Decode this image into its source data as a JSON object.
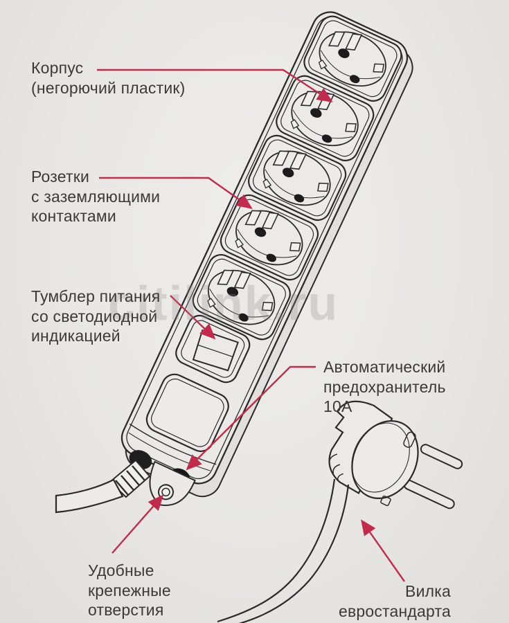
{
  "page": {
    "background_color": "#e8e7e4",
    "ink_color": "#2a2a2a",
    "accent_red": "#c22b4c",
    "text_color": "#3b3a38",
    "watermark": "citilink.ru"
  },
  "labels": {
    "body": {
      "lines": [
        "Корпус",
        "(негорючий пластик)"
      ]
    },
    "sockets": {
      "lines": [
        "Розетки",
        "с заземляющими",
        "контактами"
      ]
    },
    "switch": {
      "lines": [
        "Тумблер питания",
        "со светодиодной",
        "индикацией"
      ]
    },
    "fuse": {
      "lines": [
        "Автоматический",
        "предохранитель",
        "10А"
      ]
    },
    "mounting": {
      "lines": [
        "Удобные",
        "крепежные",
        "отверстия"
      ]
    },
    "plug": {
      "lines": [
        "Вилка",
        "евростандарта"
      ]
    }
  }
}
